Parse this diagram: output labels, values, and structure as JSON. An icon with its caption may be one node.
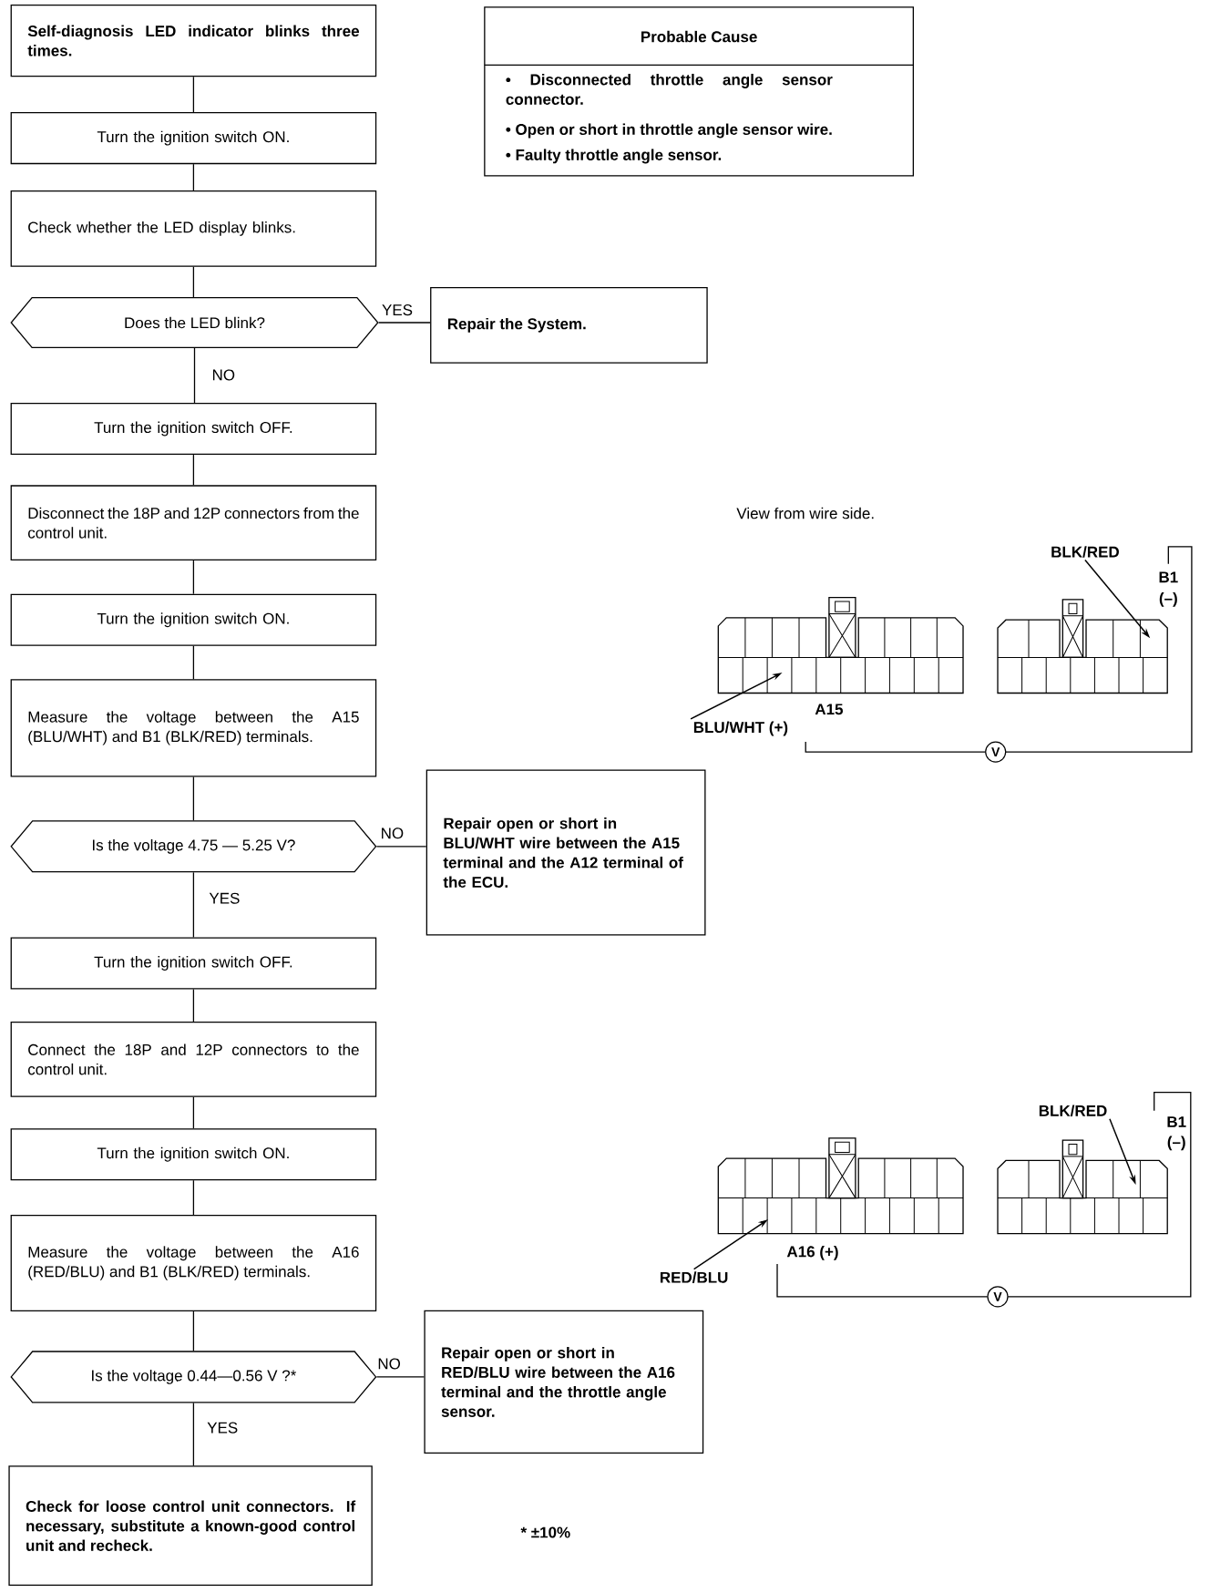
{
  "diagram": {
    "nodes": [
      {
        "text": [
          "Self-diagnosis LED indicator blinks three times."
        ]
      },
      {
        "text": [
          "Turn the ignition switch ON."
        ]
      },
      {
        "text": [
          "Check whether the LED display blinks."
        ]
      },
      {
        "text": [
          "Does the LED blink?"
        ]
      },
      {
        "text": [
          "Repair the System."
        ]
      },
      {
        "text": [
          "Turn the ignition switch OFF."
        ]
      },
      {
        "text": [
          "Disconnect the 18P and 12P connectors from the control unit."
        ]
      },
      {
        "text": [
          "Turn the ignition switch ON."
        ]
      },
      {
        "text": [
          "Measure the voltage between the A15 (BLU/WHT) and B1 (BLK/RED) terminals."
        ]
      },
      {
        "text": [
          "Is the voltage 4.75 — 5.25 V?"
        ]
      },
      {
        "text": [
          "Repair open or short in BLU/WHT wire between the A15 terminal and the A12 terminal of the ECU."
        ]
      },
      {
        "text": [
          "Turn the ignition switch OFF."
        ]
      },
      {
        "text": [
          "Connect the 18P and 12P connectors to the control unit."
        ]
      },
      {
        "text": [
          "Turn the ignition switch ON."
        ]
      },
      {
        "text": [
          "Measure the voltage between the A16 (RED/BLU) and B1 (BLK/RED) terminals."
        ]
      },
      {
        "text": [
          "Is the voltage 0.44—0.56 V ?*"
        ]
      },
      {
        "text": [
          "Repair open or short in RED/BLU wire between the A16 terminal and the throttle angle sensor."
        ]
      },
      {
        "text": [
          "Check for loose control unit connectors. If necessary, substitute a known-good control unit and recheck."
        ]
      },
      {
        "text": [
          "Probable Cause",
          "• Disconnected throttle angle sensor connector.",
          "• Open or short in throttle angle sensor wire.",
          "• Faulty throttle angle sensor."
        ]
      },
      {
        "text": [
          "BLK/RED"
        ]
      },
      {
        "text": [
          "BLU/WHT (+)"
        ]
      },
      {
        "text": [
          "BLK/RED"
        ]
      },
      {
        "text": [
          "RED/BLU"
        ]
      }
    ],
    "edges": [
      {
        "from": 0,
        "to": 1,
        "arrow": "none"
      },
      {
        "from": 1,
        "to": 2,
        "arrow": "none"
      },
      {
        "from": 2,
        "to": 3,
        "arrow": "none"
      },
      {
        "from": 3,
        "to": 4,
        "arrow": "none",
        "label": "YES"
      },
      {
        "from": 3,
        "to": 5,
        "arrow": "none",
        "label": "NO"
      },
      {
        "from": 5,
        "to": 6,
        "arrow": "none"
      },
      {
        "from": 6,
        "to": 7,
        "arrow": "none"
      },
      {
        "from": 7,
        "to": 8,
        "arrow": "none"
      },
      {
        "from": 8,
        "to": 9,
        "arrow": "none"
      },
      {
        "from": 9,
        "to": 10,
        "arrow": "none",
        "label": "NO"
      },
      {
        "from": 9,
        "to": 11,
        "arrow": "none",
        "label": "YES"
      },
      {
        "from": 11,
        "to": 12,
        "arrow": "none"
      },
      {
        "from": 12,
        "to": 13,
        "arrow": "none"
      },
      {
        "from": 13,
        "to": 14,
        "arrow": "none"
      },
      {
        "from": 14,
        "to": 15,
        "arrow": "none"
      },
      {
        "from": 15,
        "to": 16,
        "arrow": "none",
        "label": "NO"
      },
      {
        "from": 15,
        "to": 17,
        "arrow": "none",
        "label": "YES"
      },
      {
        "from": 19,
        "to": null,
        "arrow": "to"
      },
      {
        "from": 20,
        "to": null,
        "arrow": "to"
      },
      {
        "from": 21,
        "to": null,
        "arrow": "to"
      },
      {
        "from": 22,
        "to": null,
        "arrow": "to"
      }
    ],
    "labels": [
      "View from wire side.",
      "B1",
      "(–)",
      "A15",
      "V",
      "B1",
      "(–)",
      "A16 (+)",
      "V",
      "* ±10%"
    ]
  }
}
